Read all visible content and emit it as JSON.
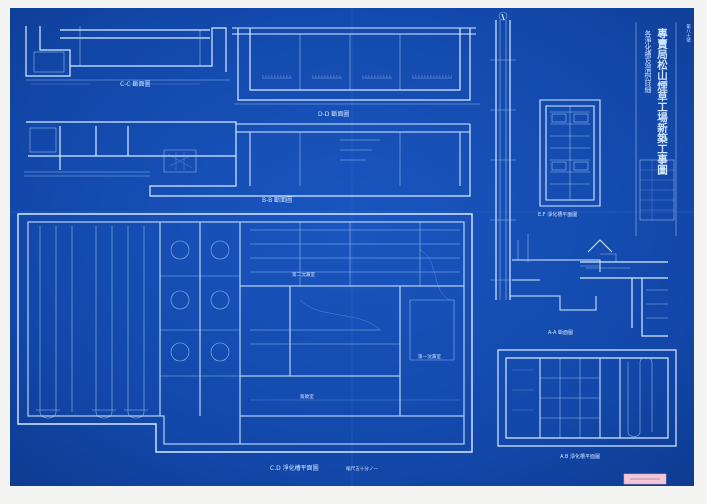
{
  "document": {
    "title_vertical": "專賣局松山煙草工場新築工事圖",
    "subtitle_vertical": "各淨化槽及溜桝詳細",
    "corner_mark": "第八十號",
    "stamp_text": "",
    "labels": {
      "section_cc": "C-C 斷面圖",
      "section_dd": "D-D 斷面圖",
      "section_bb": "B-B 斷面圖",
      "plan_main": "C.D 淨化槽平面圖",
      "plan_ef": "E.F 淨化槽平面圖",
      "plan_ab": "A.B 淨化槽平面圖",
      "section_aa": "A-A 斷面圖",
      "room_a": "第二沈澱室",
      "room_b": "第一沈澱室",
      "room_c": "腐敗室"
    },
    "scale_note": "縮尺五十分ノ一"
  },
  "colors": {
    "paper": "#f4f4f2",
    "blueprint": "#1247a8",
    "blueprint_dark": "#0d3a8f",
    "line": "#d8ecff",
    "stamp": "#f3c7d8"
  }
}
